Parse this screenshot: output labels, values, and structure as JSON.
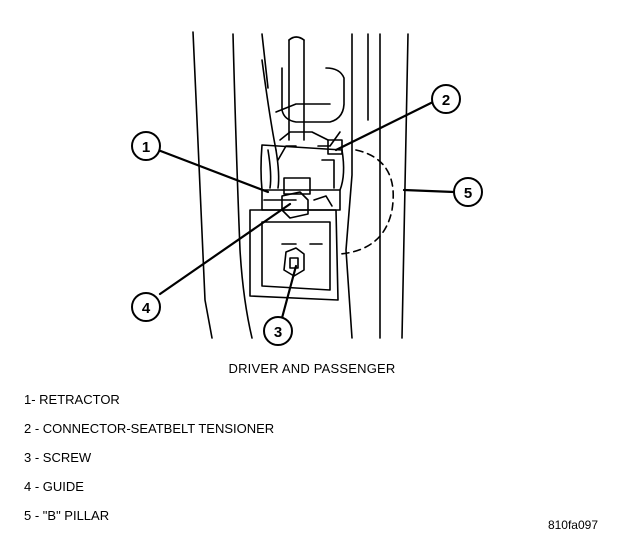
{
  "diagram": {
    "callouts": [
      {
        "number": "1",
        "label": "RETRACTOR"
      },
      {
        "number": "2",
        "label": "CONNECTOR-SEATBELT TENSIONER"
      },
      {
        "number": "3",
        "label": "SCREW"
      },
      {
        "number": "4",
        "label": "GUIDE"
      },
      {
        "number": "5",
        "label": "\"B\" PILLAR"
      }
    ],
    "caption": "DRIVER AND PASSENGER",
    "legend": [
      "1- RETRACTOR",
      "2 - CONNECTOR-SEATBELT TENSIONER",
      "3 - SCREW",
      "4 - GUIDE",
      "5 - \"B\" PILLAR"
    ],
    "figure_id": "810fa097"
  }
}
